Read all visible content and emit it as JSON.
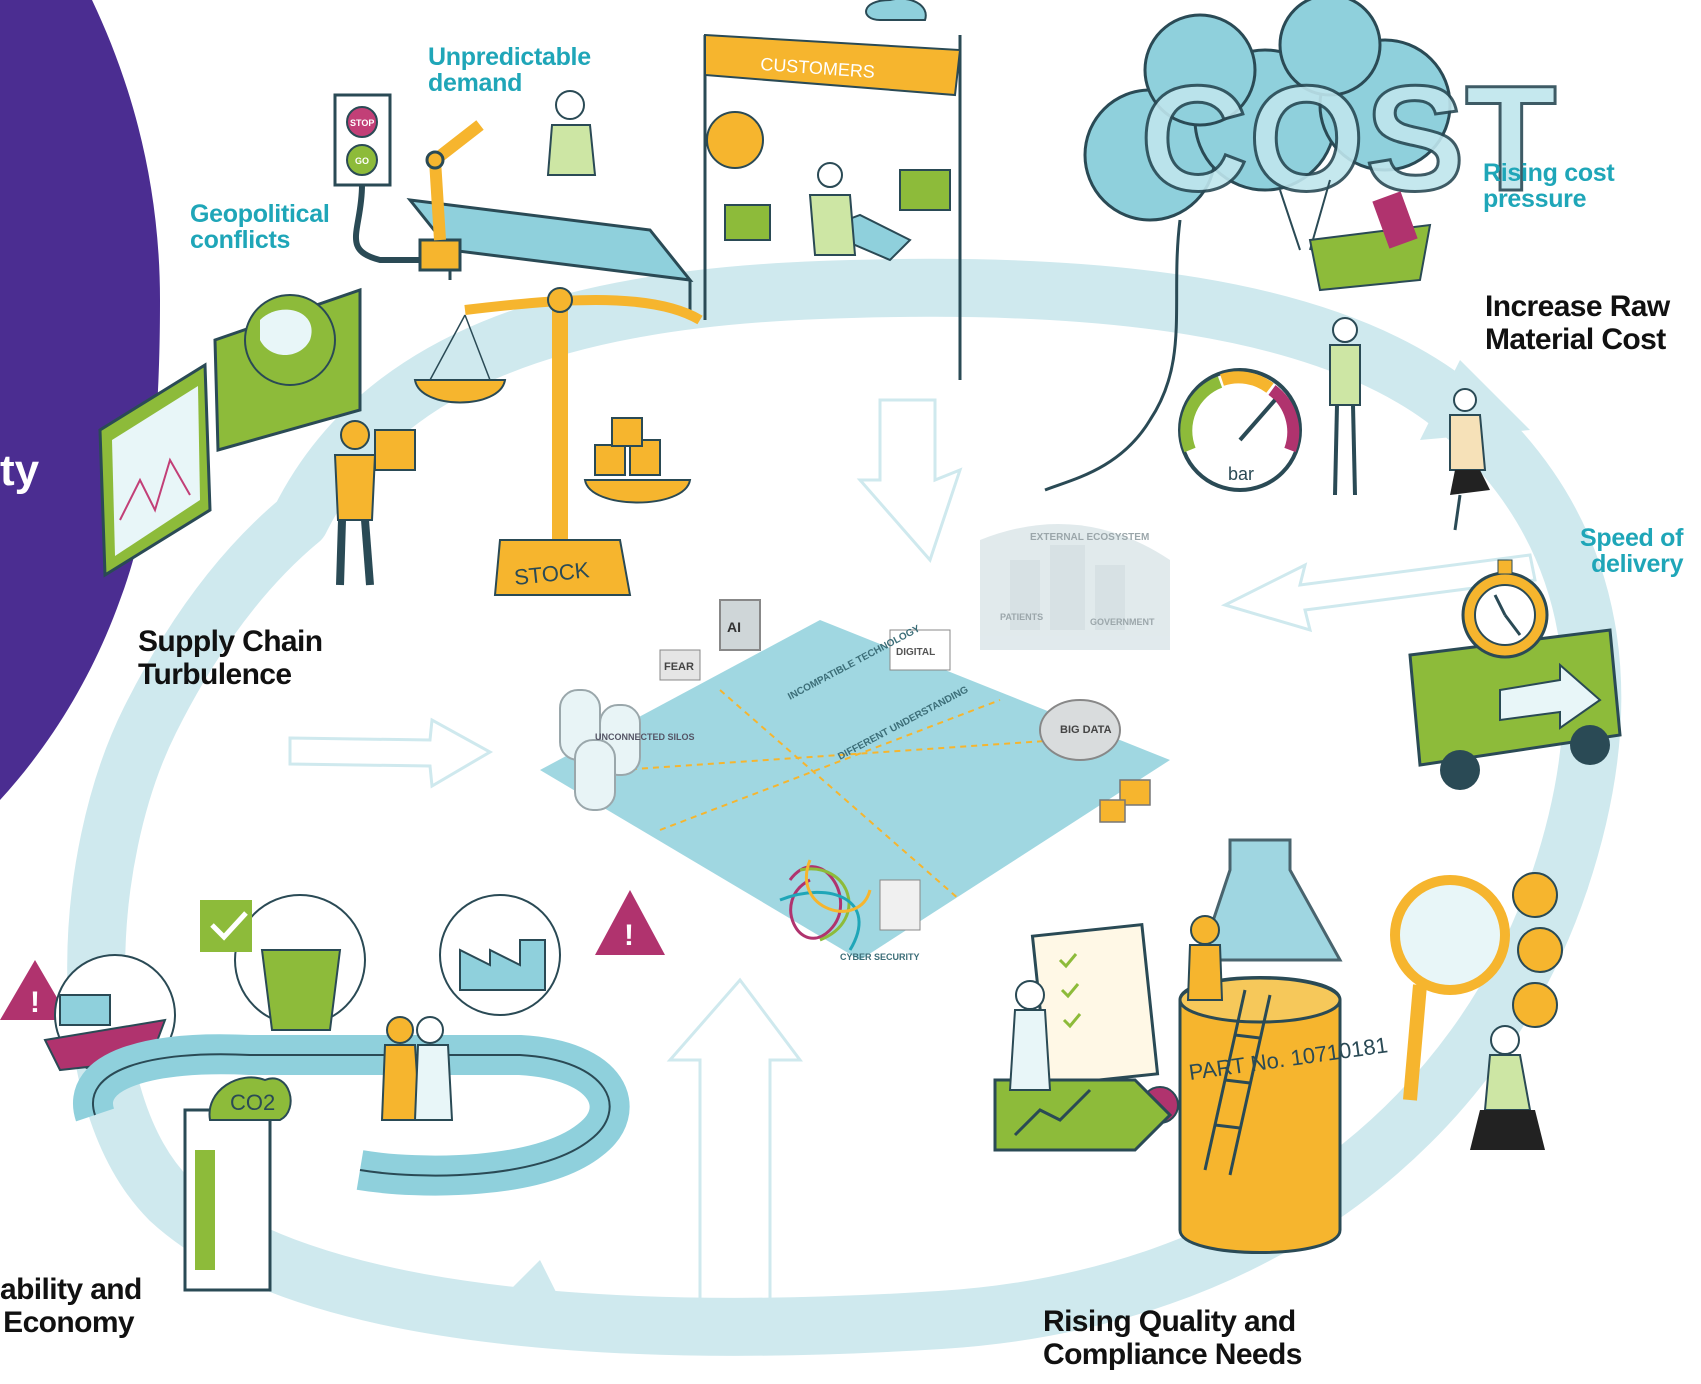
{
  "sidebar": {
    "fragment": "ty",
    "color": "#4b2d91"
  },
  "labels": {
    "unpredictable_demand": [
      "Unpredictable",
      "demand"
    ],
    "geopolitical_conflicts": [
      "Geopolitical",
      "conflicts"
    ],
    "supply_chain_turbulence": [
      "Supply Chain",
      "Turbulence"
    ],
    "rising_cost_pressure": [
      "Rising cost",
      "pressure"
    ],
    "increase_raw_material_cost": [
      "Increase Raw",
      "Material Cost"
    ],
    "speed_of_delivery": [
      "Speed of",
      "delivery"
    ],
    "rising_quality_compliance": [
      "Rising Quality and",
      "Compliance Needs"
    ],
    "sustainability_economy": [
      "ability and",
      "Economy"
    ]
  },
  "illustration_text": {
    "customers_banner": "CUSTOMERS",
    "cost_balloons": "COST",
    "stop": "STOP",
    "go": "GO",
    "stock": "STOCK",
    "bar": "bar",
    "co2": "CO2",
    "part_no": "PART No. 10710181",
    "fear": "FEAR",
    "ai": "AI",
    "digital": "DIGITAL",
    "big_data": "BIG DATA",
    "unconnected_silos": "UNCONNECTED SILOS",
    "incompatible_technology": "INCOMPATIBLE TECHNOLOGY",
    "different_understanding": "DIFFERENT UNDERSTANDING",
    "external_ecosystem": "EXTERNAL ECOSYSTEM",
    "patients": "PATIENTS",
    "government": "GOVERNMENT",
    "cyber_security": "CYBER SECURITY"
  },
  "colors": {
    "accent_cyan": "#1fa6b8",
    "ring": "#cfe9ee",
    "teal": "#8fd0dc",
    "yellow": "#f6b52e",
    "green": "#8dbb3a",
    "magenta": "#b0336e",
    "text_dark": "#111111"
  }
}
